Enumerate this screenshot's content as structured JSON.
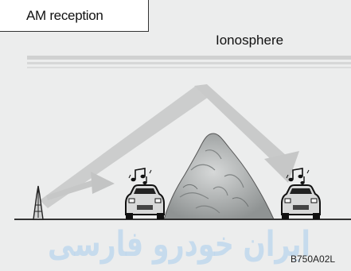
{
  "title": "AM reception",
  "ionosphere_label": "Ionosphere",
  "figure_code": "B750A02L",
  "watermark_text": "ایران خودرو فارسی",
  "icons": {
    "transmitter": "radio-tower-icon",
    "car_left": "car-icon",
    "car_right": "car-icon",
    "note_left": "music-note-icon",
    "note_right": "music-note-icon",
    "mountain": "mountain-icon"
  },
  "colors": {
    "background": "#eceded",
    "signal": "#cfd0d0",
    "mountain": "#b5b8b8",
    "ground": "#333333",
    "watermark": "#b9d4ec"
  }
}
